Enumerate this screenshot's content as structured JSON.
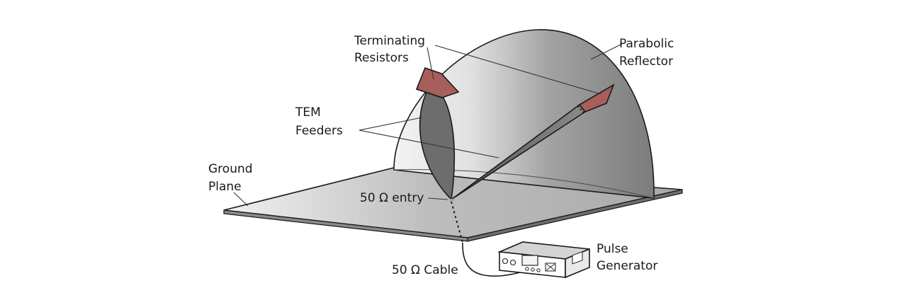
{
  "labels": {
    "terminating_resistors": [
      "Terminating",
      "Resistors"
    ],
    "parabolic_reflector": [
      "Parabolic",
      "Reflector"
    ],
    "tem_feeders": [
      "TEM",
      "Feeders"
    ],
    "ground_plane": [
      "Ground",
      "Plane"
    ],
    "entry": "50 Ω entry",
    "cable": "50 Ω Cable",
    "pulse_generator": [
      "Pulse",
      "Generator"
    ]
  },
  "colors": {
    "resistor": "#a75f5c",
    "feeder": "#6d6d6d",
    "reflector": "#8d8d8d",
    "ground_plane": "#c4c4c4"
  }
}
